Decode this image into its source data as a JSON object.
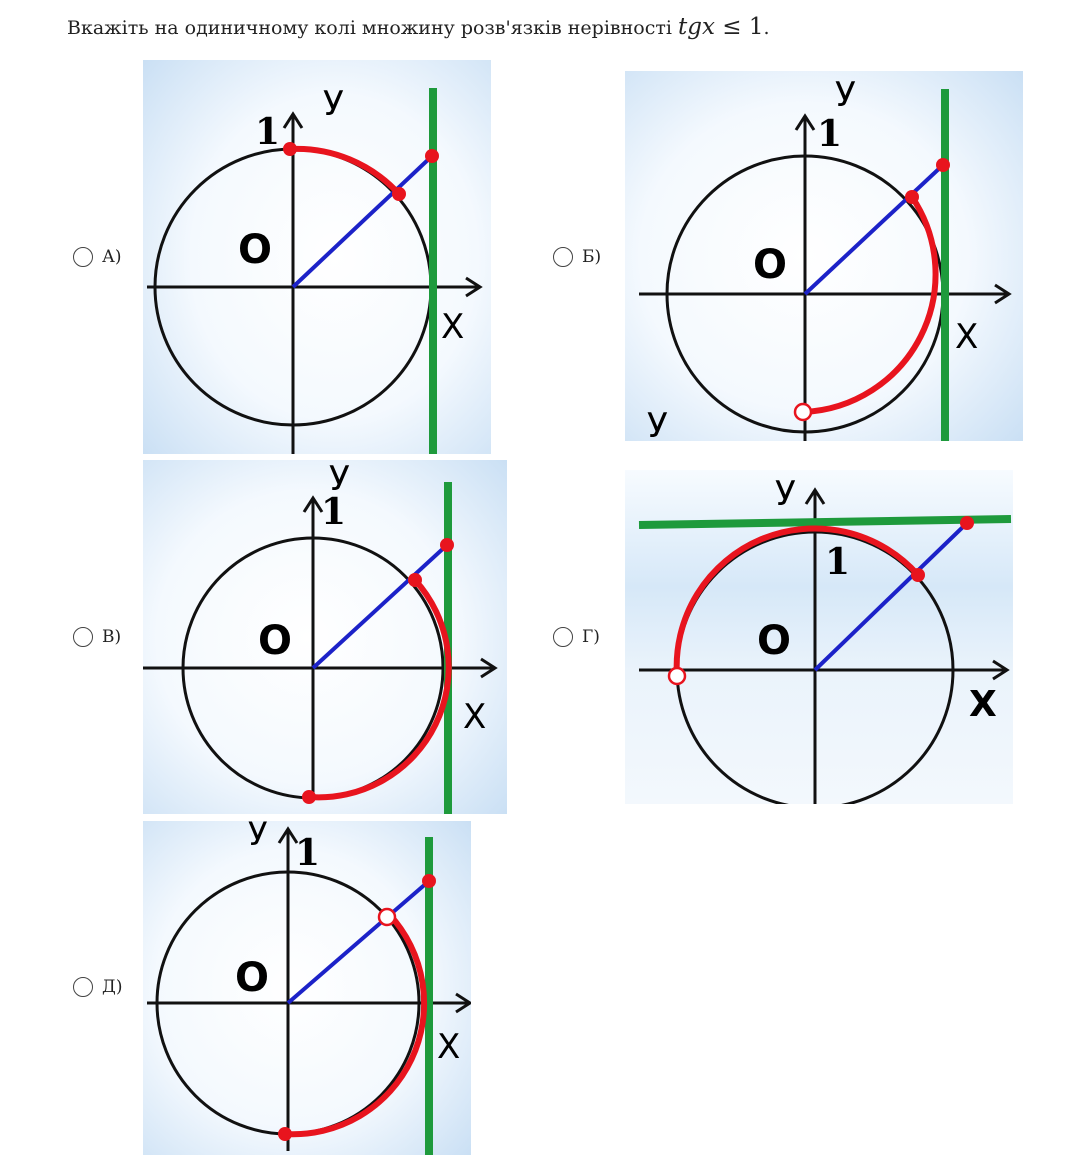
{
  "question": {
    "text": "Вкажіть на одиничному колі множину розв'язків нерівності ",
    "math_func": "tgx",
    "math_rel": " ≤ ",
    "math_val": "1",
    "end": "."
  },
  "options": [
    {
      "label": "А)",
      "selected": false
    },
    {
      "label": "Б)",
      "selected": false
    },
    {
      "label": "В)",
      "selected": false
    },
    {
      "label": "Г)",
      "selected": false
    },
    {
      "label": "Д)",
      "selected": false
    }
  ],
  "figure_labels": {
    "origin": "O",
    "x_axis": "X",
    "y_axis": "У",
    "unit": "1"
  },
  "colors": {
    "arc": "#e8141e",
    "radius": "#1c22c8",
    "tangent": "#1e9a3c",
    "circle": "#111111",
    "bg_light": "#ffffff",
    "bg_blue": "#cfe3f6"
  }
}
